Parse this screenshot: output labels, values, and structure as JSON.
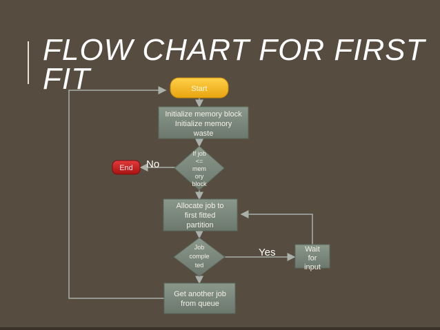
{
  "slide": {
    "title": "FLOW CHART FOR FIRST FIT"
  },
  "flowchart": {
    "start": "Start",
    "init": [
      "Initialize memory block",
      "Initialize memory",
      "waste"
    ],
    "decision1": [
      "If job",
      "<=",
      "mem",
      "ory",
      "block"
    ],
    "end": "End",
    "no_label": "No",
    "allocate": [
      "Allocate job to",
      "first fitted",
      "partition"
    ],
    "decision2": [
      "Job",
      "comple",
      "ted"
    ],
    "yes_label": "Yes",
    "wait": [
      "Wait",
      "for",
      "input"
    ],
    "get_job": [
      "Get another job",
      "from queue"
    ]
  },
  "colors": {
    "background": "#574c40",
    "process_fill": "#7d8a7e",
    "start_fill": "#f2b81c",
    "end_fill": "#c91d1d",
    "connector": "#aab1aa"
  }
}
